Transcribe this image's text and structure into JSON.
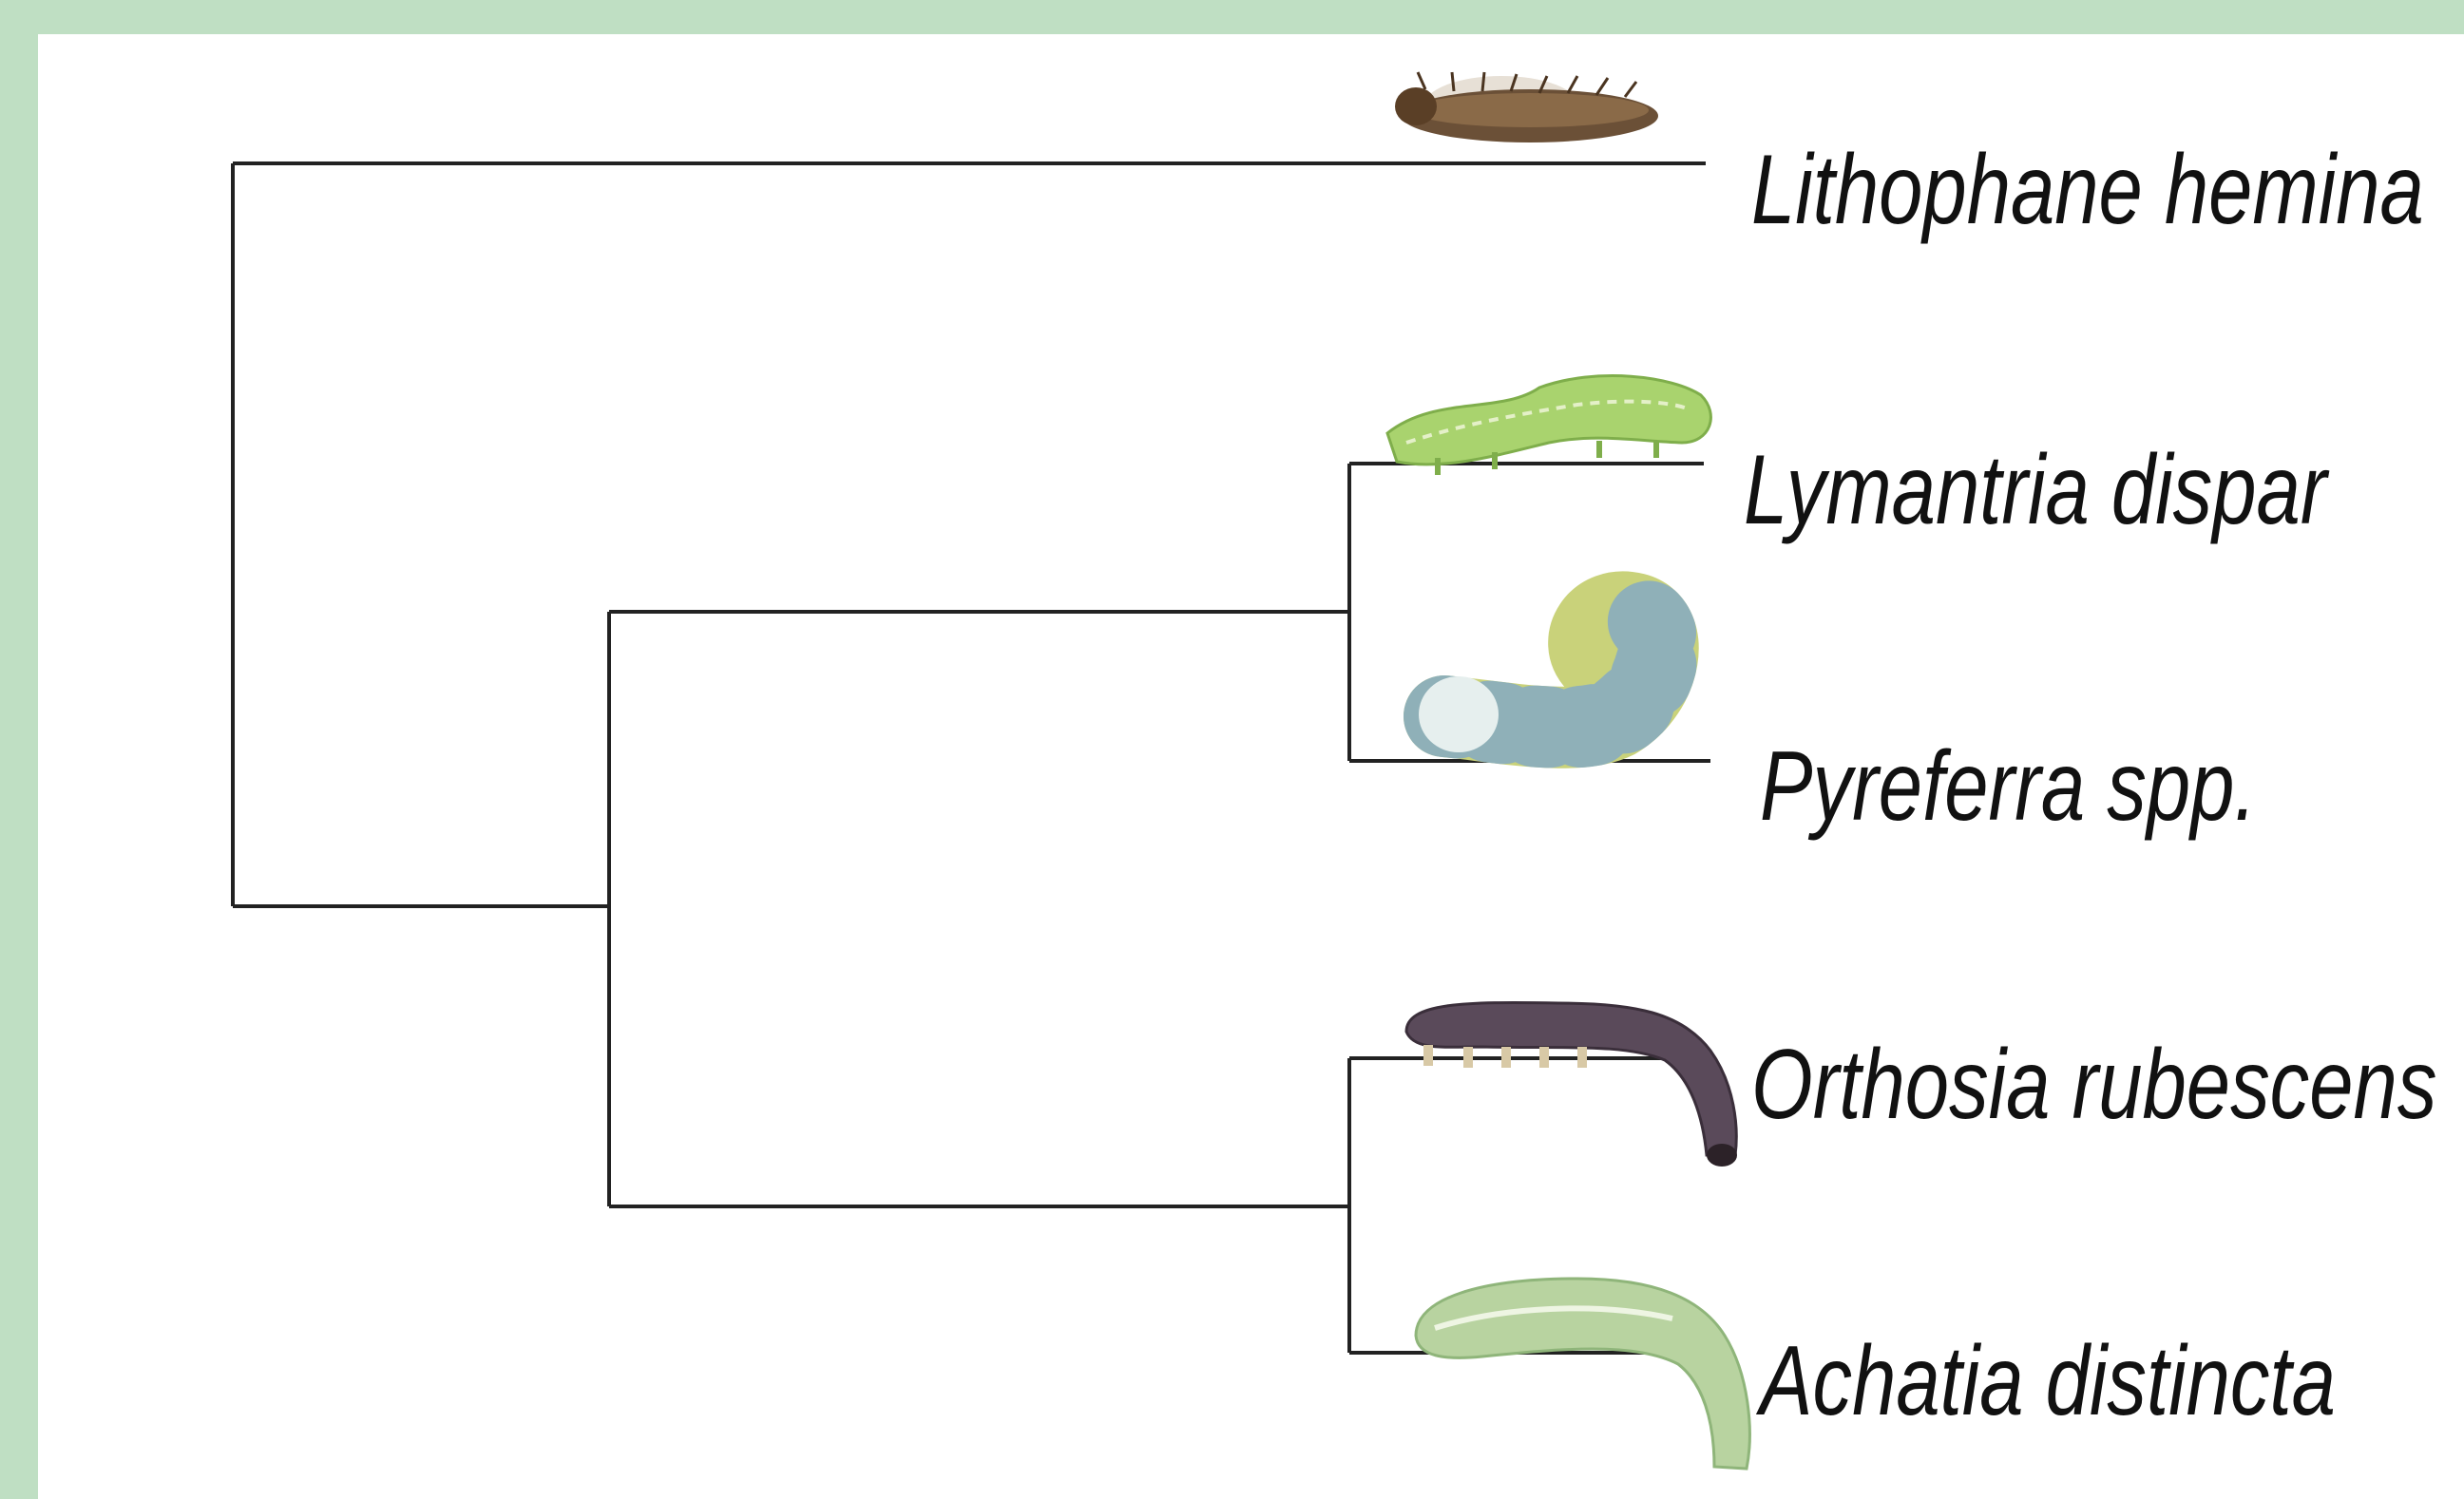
{
  "diagram": {
    "type": "phylogenetic-tree",
    "taxa": [
      {
        "id": "t1",
        "label": "Lithophane hemina",
        "color": "#7a5a3a"
      },
      {
        "id": "t2",
        "label": "Lymantria dispar",
        "color": "#a9d36e"
      },
      {
        "id": "t3",
        "label": "Pyreferra spp.",
        "color": "#c9d27a"
      },
      {
        "id": "t4",
        "label": "Orthosia rubescens",
        "color": "#5a4a5a"
      },
      {
        "id": "t5",
        "label": "Achatia distincta",
        "color": "#b8d3a0"
      }
    ],
    "clades": [
      [
        "t1",
        [
          "t2",
          "t3"
        ],
        [
          "t4",
          "t5"
        ]
      ]
    ]
  },
  "colors": {
    "border": "#bfdfc3",
    "background": "#ffffff",
    "line": "#222222"
  }
}
